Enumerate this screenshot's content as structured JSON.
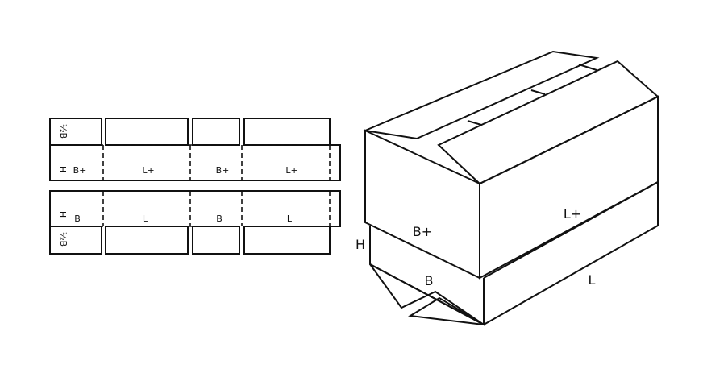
{
  "flat_layout": {
    "top_panel": {
      "half_b": "½B",
      "h": "H",
      "panels": [
        "B+",
        "L+",
        "B+",
        "L+"
      ]
    },
    "bottom_panel": {
      "half_b": "½B",
      "h": "H",
      "panels": [
        "B",
        "L",
        "B",
        "L"
      ]
    }
  },
  "box_3d": {
    "labels": {
      "upper_length": "L+",
      "upper_width": "B+",
      "height": "H",
      "lower_width": "B",
      "lower_length": "L"
    }
  }
}
